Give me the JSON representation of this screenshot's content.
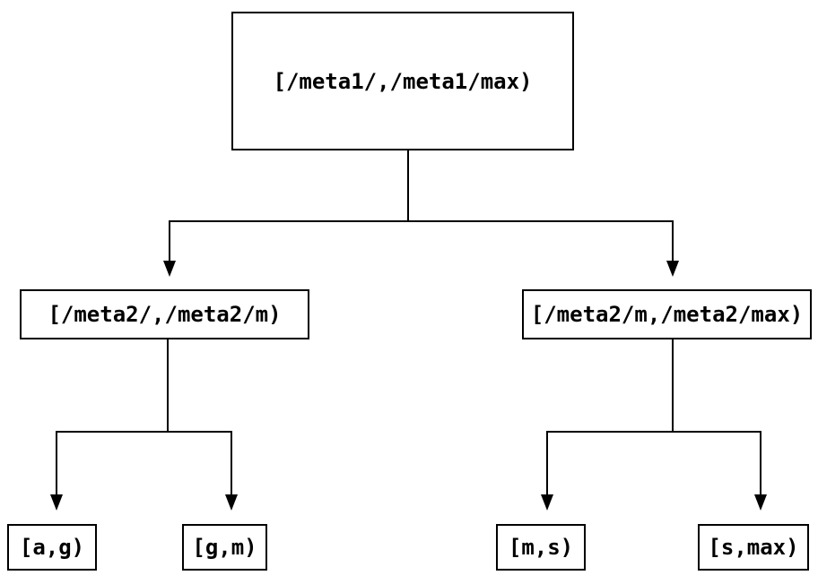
{
  "canvas": {
    "background": "#ffffff",
    "line_color": "#000000",
    "text_color": "#000000"
  },
  "tree": {
    "root": {
      "label": "[/meta1/,/meta1/max)"
    },
    "level2": [
      {
        "id": "meta2-left",
        "label": "[/meta2/,/meta2/m)"
      },
      {
        "id": "meta2-right",
        "label": "[/meta2/m,/meta2/max)"
      }
    ],
    "leaves": [
      {
        "id": "leaf-ag",
        "label": "[a,g)"
      },
      {
        "id": "leaf-gm",
        "label": "[g,m)"
      },
      {
        "id": "leaf-ms",
        "label": "[m,s)"
      },
      {
        "id": "leaf-smax",
        "label": "[s,max)"
      }
    ]
  }
}
